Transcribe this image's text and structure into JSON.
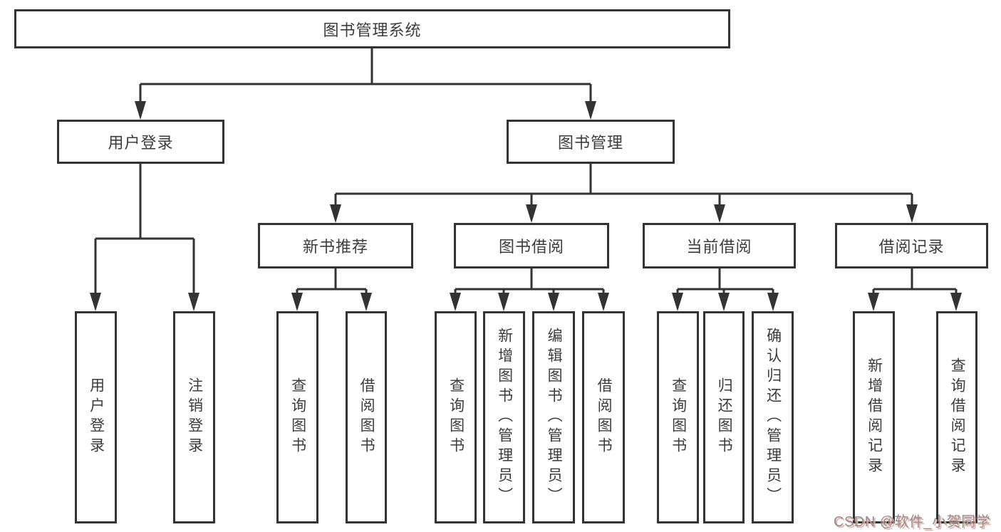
{
  "diagram": {
    "root": {
      "label": "图书管理系统"
    },
    "level2": [
      {
        "label": "用户登录"
      },
      {
        "label": "图书管理"
      }
    ],
    "level3": [
      {
        "label": "新书推荐"
      },
      {
        "label": "图书借阅"
      },
      {
        "label": "当前借阅"
      },
      {
        "label": "借阅记录"
      }
    ],
    "leaves": [
      {
        "label": "用户登录"
      },
      {
        "label": "注销登录"
      },
      {
        "label": "查询图书"
      },
      {
        "label": "借阅图书"
      },
      {
        "label": "查询图书"
      },
      {
        "label": "新增图书（管理员）"
      },
      {
        "label": "编辑图书（管理员）"
      },
      {
        "label": "借阅图书"
      },
      {
        "label": "查询图书"
      },
      {
        "label": "归还图书"
      },
      {
        "label": "确认归还（管理员）"
      },
      {
        "label": "新增借阅记录"
      },
      {
        "label": "查询借阅记录"
      }
    ],
    "watermark": "CSDN @软件_小贺同学",
    "colors": {
      "line": "#333333",
      "text": "#3c3c3c",
      "background": "#ffffff",
      "watermark_text": "#8f8f8f",
      "watermark_shadow": "#f0a9a1"
    }
  }
}
